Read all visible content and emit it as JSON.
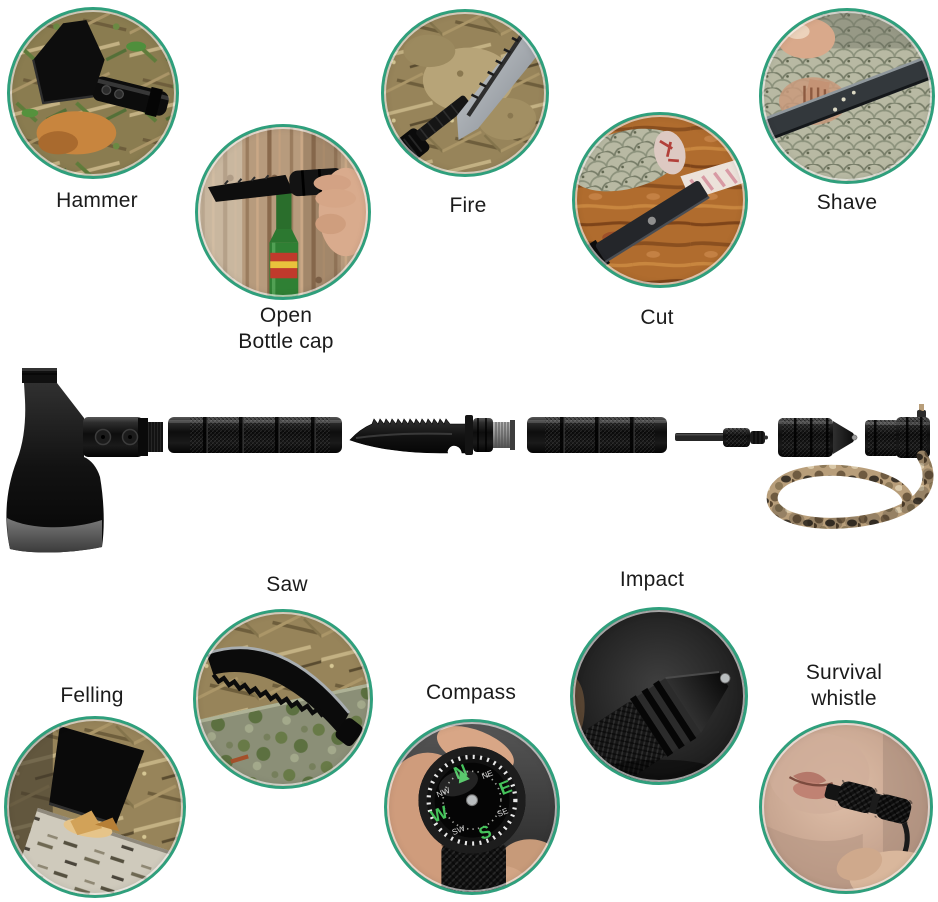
{
  "page": {
    "background": "#ffffff",
    "ring_color": "#2f9f7c",
    "label_color": "#1b1b1b"
  },
  "features": {
    "hammer": {
      "label": "Hammer"
    },
    "fire": {
      "label": "Fire"
    },
    "shave": {
      "label": "Shave"
    },
    "open_bottle": {
      "label": "Open\nBottle cap"
    },
    "cut": {
      "label": "Cut"
    },
    "saw": {
      "label": "Saw"
    },
    "impact": {
      "label": "Impact"
    },
    "felling": {
      "label": "Felling"
    },
    "compass": {
      "label": "Compass"
    },
    "survival_whistle": {
      "label": "Survival\nwhistle"
    }
  },
  "compass_dial": {
    "n": "N",
    "e": "E",
    "s": "S",
    "w": "W",
    "ne": "NE",
    "se": "SE",
    "sw": "SW",
    "nw": "NW",
    "letter_color": "#45c25b"
  },
  "tool": {
    "colors": {
      "body": "#111111",
      "blade_edge": "#6e6e6e",
      "lanyard_camo": "#b89e7a"
    }
  }
}
